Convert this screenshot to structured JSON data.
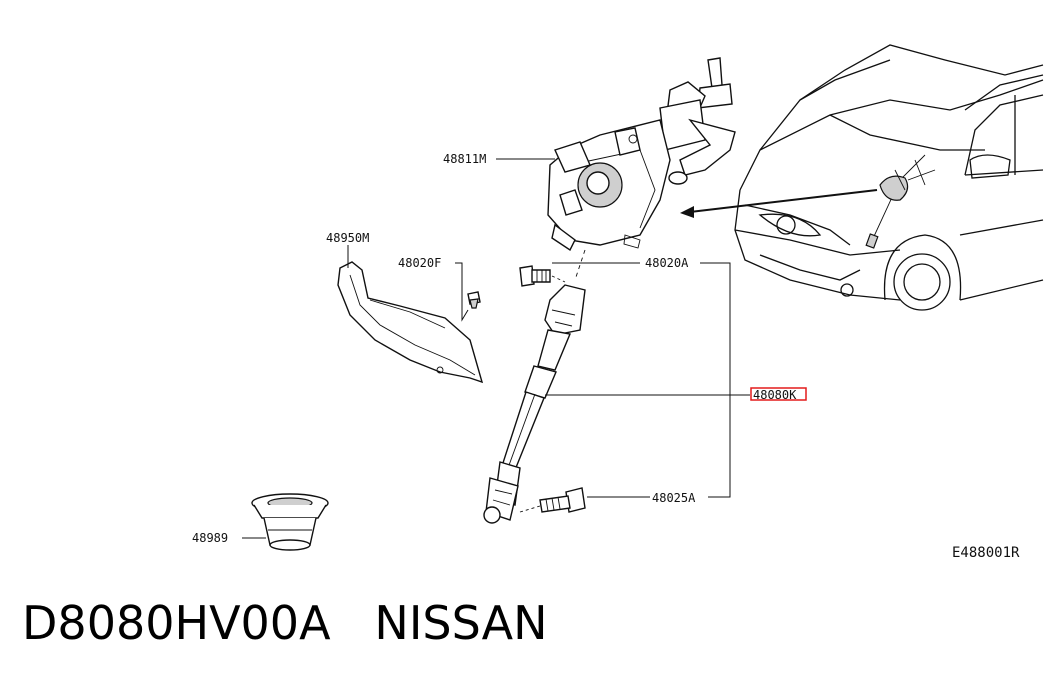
{
  "labels": {
    "p48811M": "48811M",
    "p48950M": "48950M",
    "p48020F": "48020F",
    "p48020A": "48020A",
    "p48080K": "48080K",
    "p48025A": "48025A",
    "p48989": "48989",
    "diagram_code": "E488001R"
  },
  "caption": {
    "part_number": "D8080HV00A",
    "brand": "NISSAN"
  },
  "colors": {
    "highlight": "#e31b1b"
  }
}
